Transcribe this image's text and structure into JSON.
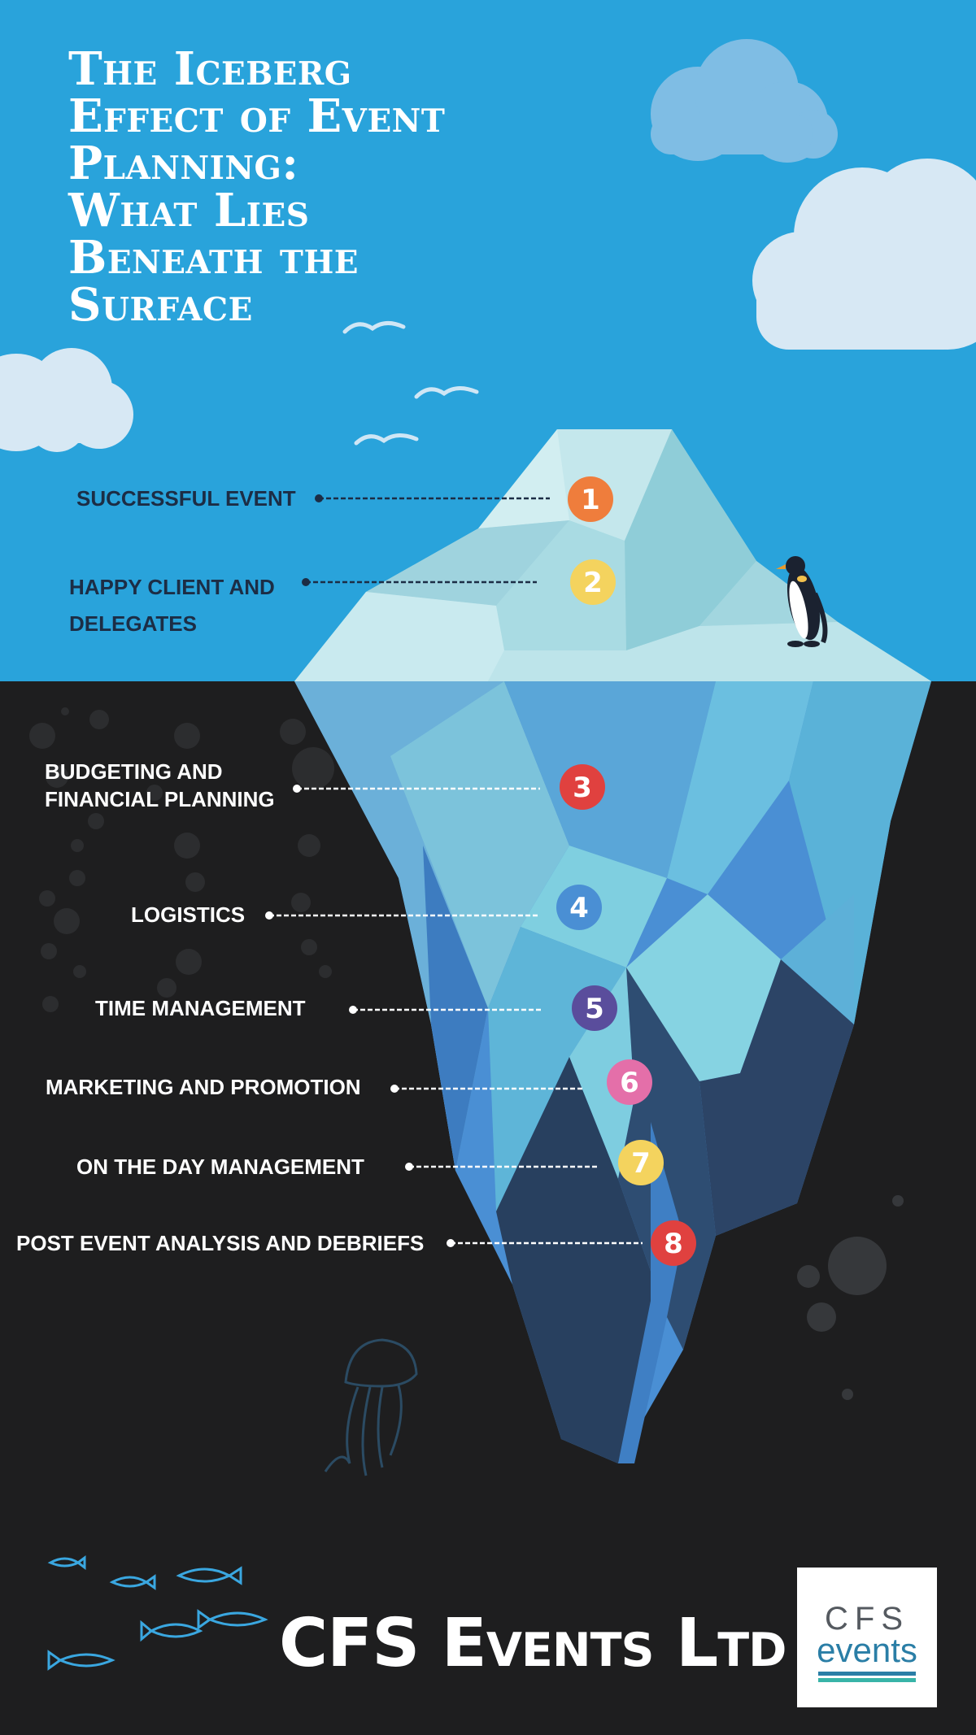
{
  "title_lines": [
    "The Iceberg",
    "Effect of Event",
    "Planning:",
    "What Lies",
    "Beneath the",
    "Surface"
  ],
  "above_surface": [
    {
      "number": "1",
      "lines": [
        "SUCCESSFUL EVENT"
      ],
      "color": "#ef7d3c"
    },
    {
      "number": "2",
      "lines": [
        "HAPPY CLIENT AND",
        "DELEGATES"
      ],
      "color": "#f4d35e"
    }
  ],
  "below_surface": [
    {
      "number": "3",
      "lines": [
        "BUDGETING AND",
        "FINANCIAL PLANNING"
      ],
      "color": "#e0413f"
    },
    {
      "number": "4",
      "lines": [
        "LOGISTICS"
      ],
      "color": "#4a8fd4"
    },
    {
      "number": "5",
      "lines": [
        "TIME MANAGEMENT"
      ],
      "color": "#5a4d9c"
    },
    {
      "number": "6",
      "lines": [
        "MARKETING AND PROMOTION"
      ],
      "color": "#e46fa9"
    },
    {
      "number": "7",
      "lines": [
        "ON THE DAY MANAGEMENT"
      ],
      "color": "#f4d35e"
    },
    {
      "number": "8",
      "lines": [
        "POST EVENT ANALYSIS AND DEBRIEFS"
      ],
      "color": "#e0413f"
    }
  ],
  "brand_name": "CFS Events Ltd",
  "logo": {
    "top": "CFS",
    "bottom": "events"
  },
  "colors": {
    "sky": "#29a3db",
    "sea": "#1e1e1f",
    "title": "#ffffff",
    "label_dark": "#1c2d45",
    "label_light": "#ffffff"
  }
}
